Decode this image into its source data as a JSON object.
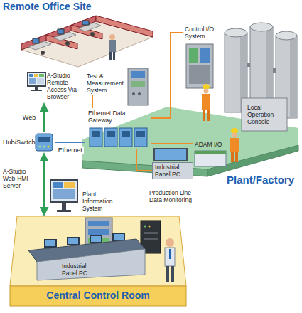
{
  "diagram": {
    "nodes": [
      {
        "text": [
          "Remote Office Site"
        ]
      },
      {
        "text": [
          "A-Studio Remote Access Via Browser"
        ]
      },
      {
        "text": [
          "Hub/Switch"
        ]
      },
      {
        "text": [
          "A-Studio Web-HMI Server"
        ]
      },
      {
        "text": [
          "Plant Information System"
        ]
      },
      {
        "text": [
          "Central Control Room"
        ]
      },
      {
        "text": [
          "Industrial Panel PC"
        ],
        "in": 5
      },
      {
        "text": [
          "Plant/Factory"
        ]
      },
      {
        "text": [
          "Test & Measurement System"
        ],
        "in": 7
      },
      {
        "text": [
          "Control I/O System"
        ],
        "in": 7
      },
      {
        "text": [
          "Local Operation Console"
        ],
        "in": 7
      },
      {
        "text": [
          "Ethernet Data Gateway"
        ],
        "in": 7
      },
      {
        "text": [
          "ADAM I/O"
        ],
        "in": 7
      },
      {
        "text": [
          "Industrial Panel PC"
        ],
        "in": 7
      }
    ],
    "edges": [
      {
        "from": 2,
        "to": 1,
        "label": "Web",
        "arrow": "to"
      },
      {
        "from": 2,
        "to": 5,
        "arrow": "both"
      },
      {
        "from": 2,
        "to": 11,
        "label": "Ethernet",
        "arrow": "none"
      },
      {
        "from": 11,
        "to": 8,
        "arrow": "none"
      },
      {
        "from": 11,
        "to": 9,
        "arrow": "none"
      },
      {
        "from": 11,
        "to": 12,
        "arrow": "none"
      },
      {
        "from": 11,
        "to": 13,
        "arrow": "none"
      }
    ],
    "labels": [
      "Production Line Data Monitoring"
    ]
  }
}
